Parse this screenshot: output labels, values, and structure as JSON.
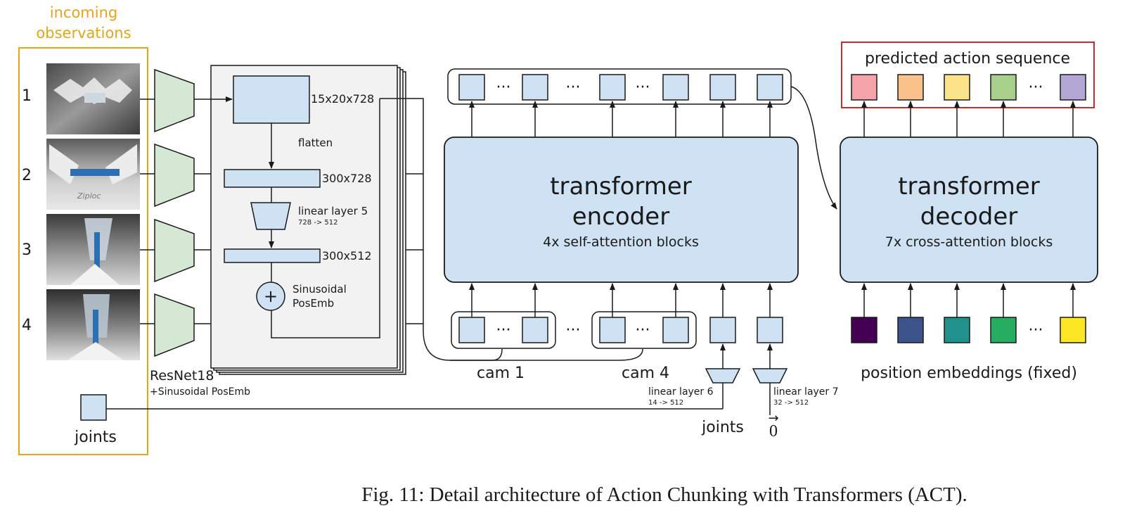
{
  "observations": {
    "title_line1": "incoming",
    "title_line2": "observations",
    "camera_numbers": [
      "1",
      "2",
      "3",
      "4"
    ],
    "camera_4_bag_text": "Ziploc",
    "joints_label": "joints"
  },
  "backbone": {
    "label": "ResNet18",
    "sublabel": "+Sinusoidal PosEmb",
    "feature_dims": "15x20x728",
    "flatten": "flatten",
    "flat_dims": "300x728",
    "linear5_label": "linear layer 5",
    "linear5_dims": "728 -> 512",
    "proj_dims": "300x512",
    "posemb_line1": "Sinusoidal",
    "posemb_line2": "PosEmb",
    "plus_symbol": "+"
  },
  "encoder": {
    "title_line1": "transformer",
    "title_line2": "encoder",
    "subtitle": "4x self-attention blocks",
    "ellipsis": "···",
    "cam1_label": "cam 1",
    "cam4_label": "cam 4",
    "linear6_label": "linear layer 6",
    "linear6_dims": "14 -> 512",
    "linear7_label": "linear layer 7",
    "linear7_dims": "32 -> 512",
    "joints_label": "joints",
    "zero_vector": "0",
    "vector_arrow": "→"
  },
  "decoder": {
    "title_line1": "transformer",
    "title_line2": "decoder",
    "subtitle": "7x cross-attention blocks",
    "output_label": "predicted action sequence",
    "pos_emb_label": "position embeddings (fixed)",
    "ellipsis": "···"
  },
  "colors": {
    "orange": "#e8a317",
    "block_fill": "#cfe2f3",
    "block_stroke": "#1a1a1a",
    "resnet_fill": "#d5e8d4",
    "panel_fill": "#f2f2f2",
    "red_box": "#d62728",
    "action_colors": [
      "#f4a3a8",
      "#f9c28a",
      "#fbe38a",
      "#a8d08d",
      "#b4a7d6"
    ],
    "pos_colors": [
      "#440154",
      "#3b528b",
      "#21918c",
      "#27ad62",
      "#fde725"
    ]
  },
  "caption": "Fig. 11: Detail architecture of Action Chunking with Transformers (ACT)."
}
